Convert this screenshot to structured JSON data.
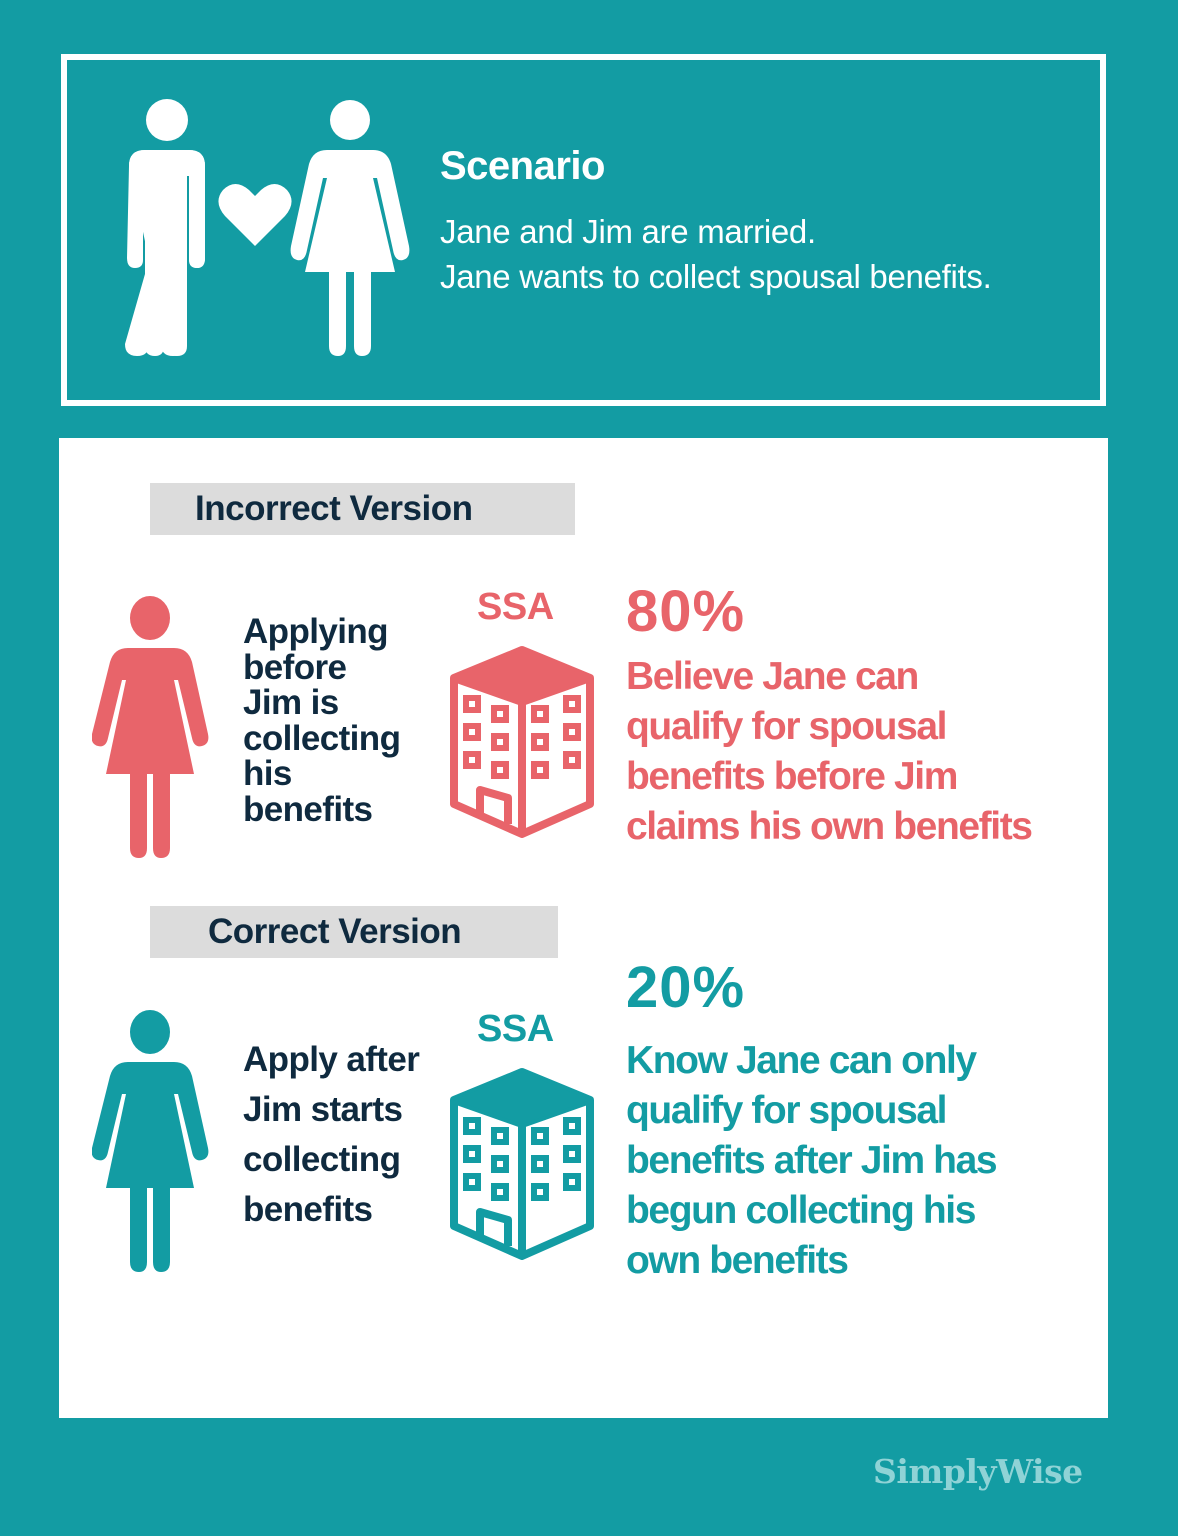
{
  "colors": {
    "background": "#139ca3",
    "panel": "#ffffff",
    "label_bg": "#dcdcdc",
    "dark_text": "#0f2a3f",
    "incorrect_accent": "#e8646a",
    "correct_accent": "#139ca3",
    "brand": "#8fd3d6"
  },
  "scenario": {
    "title": "Scenario",
    "lines": [
      "Jane and Jim are married.",
      "Jane wants to collect spousal benefits."
    ],
    "icons": [
      "man-icon",
      "heart-icon",
      "woman-icon"
    ]
  },
  "incorrect": {
    "label": "Incorrect Version",
    "description_lines": [
      "Applying",
      "before",
      "Jim is",
      "collecting",
      "his",
      "benefits"
    ],
    "agency": "SSA",
    "percent": "80%",
    "statement_lines": [
      "Believe Jane can",
      "qualify for spousal",
      "benefits before Jim",
      "claims his own benefits"
    ]
  },
  "correct": {
    "label": "Correct Version",
    "description_lines": [
      "Apply after",
      "Jim starts",
      "collecting",
      "benefits"
    ],
    "agency": "SSA",
    "percent": "20%",
    "statement_lines": [
      "Know Jane can only",
      "qualify for spousal",
      "benefits after Jim has",
      "begun collecting his",
      "own benefits"
    ]
  },
  "footer": {
    "brand": "SimplyWise"
  }
}
